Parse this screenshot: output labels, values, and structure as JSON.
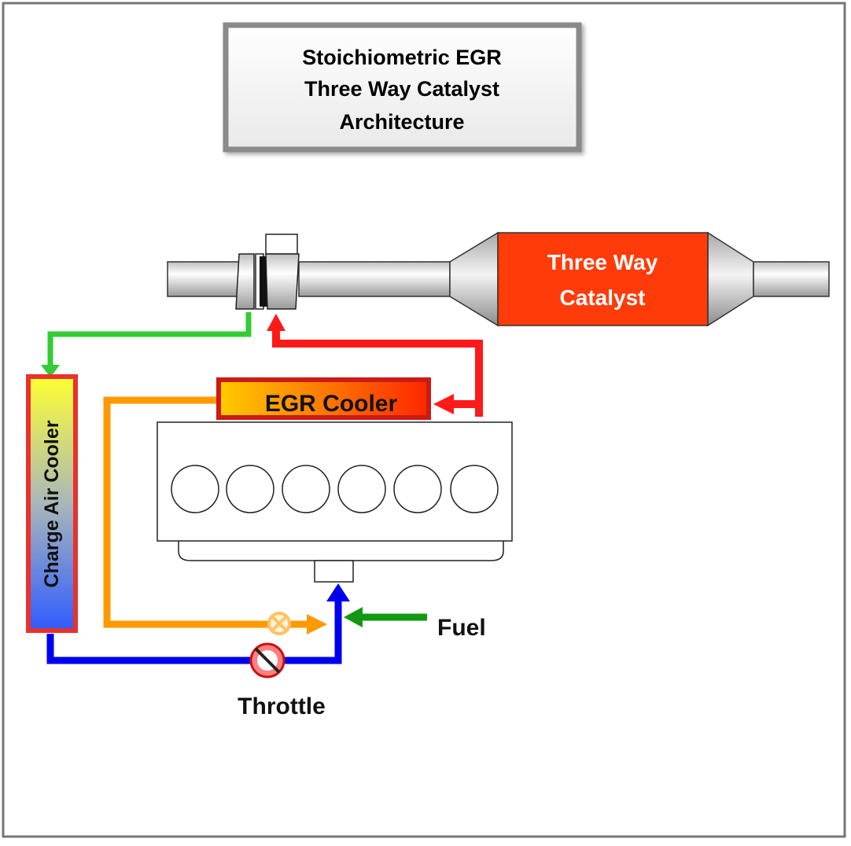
{
  "title": {
    "line1": "Stoichiometric EGR",
    "line2": "Three Way Catalyst",
    "line3": "Architecture"
  },
  "components": {
    "catalyst": {
      "line1": "Three Way",
      "line2": "Catalyst"
    },
    "egr_cooler": "EGR Cooler",
    "charge_air_cooler": "Charge Air Cooler"
  },
  "labels": {
    "fuel": "Fuel",
    "throttle": "Throttle"
  },
  "colors": {
    "egr_hot": "#ff1a1a",
    "egr_cooled": "#ff9900",
    "compressed_air": "#33cc33",
    "intake_charge": "#0000ee",
    "fuel": "#119911",
    "catalyst_fill": "#ff3b0a",
    "cooler_border": "#e8322c"
  },
  "icons": {
    "egr_valve": "egr-valve-icon",
    "throttle": "throttle-valve-icon",
    "turbocharger": "turbocharger-icon",
    "engine": "engine-block-icon"
  }
}
